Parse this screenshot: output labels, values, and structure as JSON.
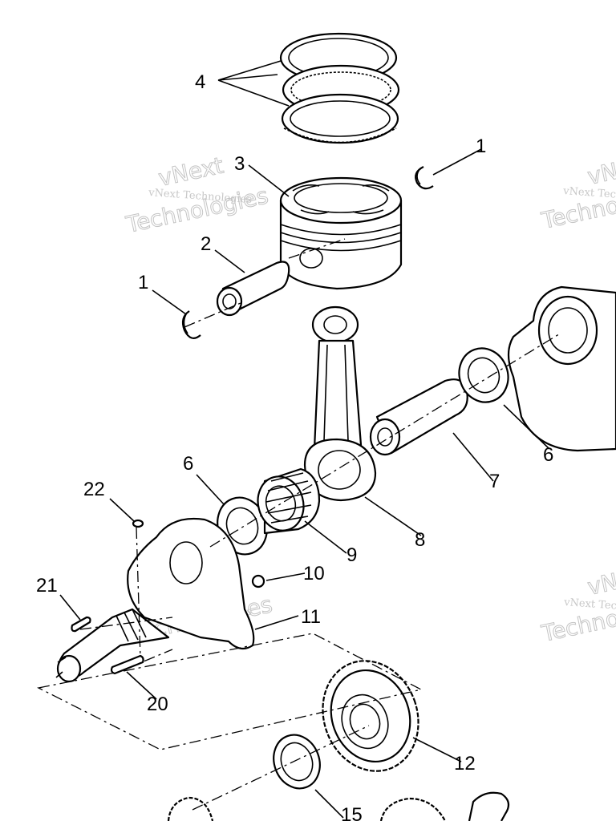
{
  "diagram": {
    "callouts": {
      "c1a": "1",
      "c1b": "1",
      "c2": "2",
      "c3": "3",
      "c4": "4",
      "c6a": "6",
      "c6b": "6",
      "c7": "7",
      "c8": "8",
      "c9": "9",
      "c10": "10",
      "c11": "11",
      "c12": "12",
      "c15": "15",
      "c20": "20",
      "c21": "21",
      "c22": "22"
    },
    "watermark": {
      "line1": "vNext Technologies",
      "line2": "vNext",
      "line3": "Technologies"
    }
  }
}
